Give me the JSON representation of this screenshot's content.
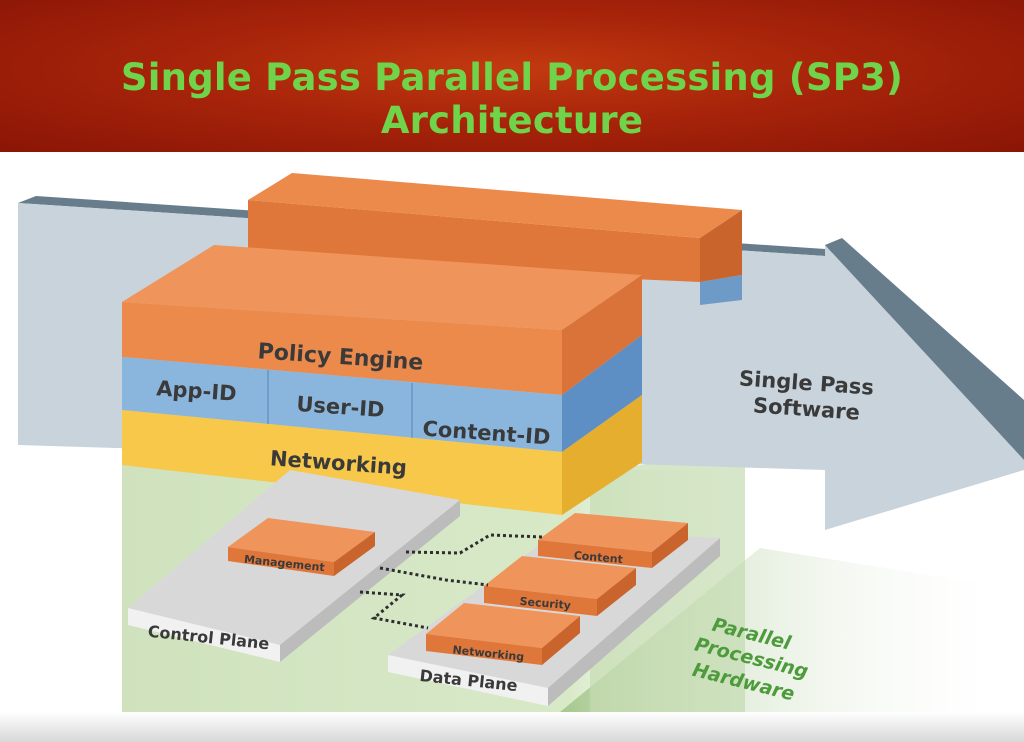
{
  "title": "Single Pass Parallel Processing (SP3) Architecture",
  "software_arrow": {
    "line1": "Single Pass",
    "line2": "Software"
  },
  "stack_layers": {
    "policy_engine": "Policy Engine",
    "app_id": "App-ID",
    "user_id": "User-ID",
    "content_id": "Content-ID",
    "networking": "Networking"
  },
  "hardware": {
    "control_plane": "Control Plane",
    "data_plane": "Data Plane",
    "management": "Management",
    "content": "Content",
    "security": "Security",
    "networking": "Networking",
    "label_line1": "Parallel",
    "label_line2": "Processing",
    "label_line3": "Hardware"
  },
  "colors": {
    "title_green": "#6fd44a",
    "banner_red": "#a8240a",
    "orange": "#ec8a4c",
    "blue": "#8ab6de",
    "yellow": "#f7c84a",
    "arrow_gray": "#c9d3db",
    "hardware_green": "#d4e5c2"
  }
}
